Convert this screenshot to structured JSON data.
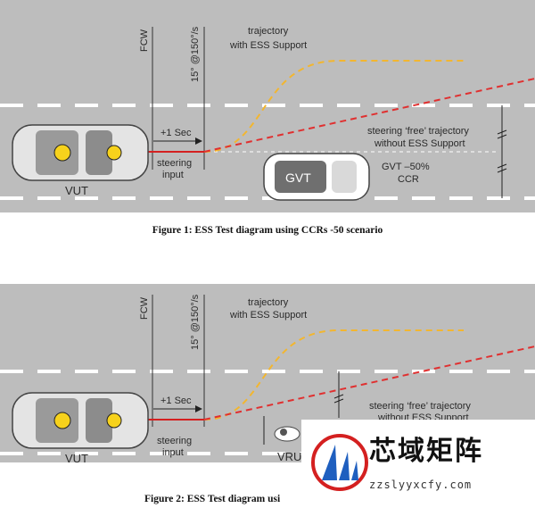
{
  "figure1": {
    "caption": "Figure 1: ESS Test diagram using CCRs -50 scenario",
    "fcw": "FCW",
    "steer_rate": "15° @150°/s",
    "plus_one_sec": "+1 Sec",
    "steering_input_l1": "steering",
    "steering_input_l2": "input",
    "vut": "VUT",
    "traj_ess_l1": "trajectory",
    "traj_ess_l2": "with ESS Support",
    "traj_free_l1": "steering ‘free’ trajectory",
    "traj_free_l2": "without ESS Support",
    "gvt_label": "GVT",
    "gvt_desc_l1": "GVT –50%",
    "gvt_desc_l2": "CCR"
  },
  "figure2": {
    "caption": "Figure 2: ESS Test diagram usi",
    "fcw": "FCW",
    "steer_rate": "15° @150°/s",
    "plus_one_sec": "+1 Sec",
    "steering_input_l1": "steering",
    "steering_input_l2": "input",
    "vut": "VUT",
    "vru": "VRU",
    "traj_ess_l1": "trajectory",
    "traj_ess_l2": "with ESS Support",
    "traj_free_l1": "steering ‘free’ trajectory",
    "traj_free_l2": "without ESS Support"
  },
  "watermark": {
    "title": "芯域矩阵",
    "url": "zzslyyxcfy.com"
  },
  "colors": {
    "road": "#bdbdbd",
    "lane_marking": "#ffffff",
    "ess_trajectory": "#f2b630",
    "free_trajectory": "#e03030"
  }
}
